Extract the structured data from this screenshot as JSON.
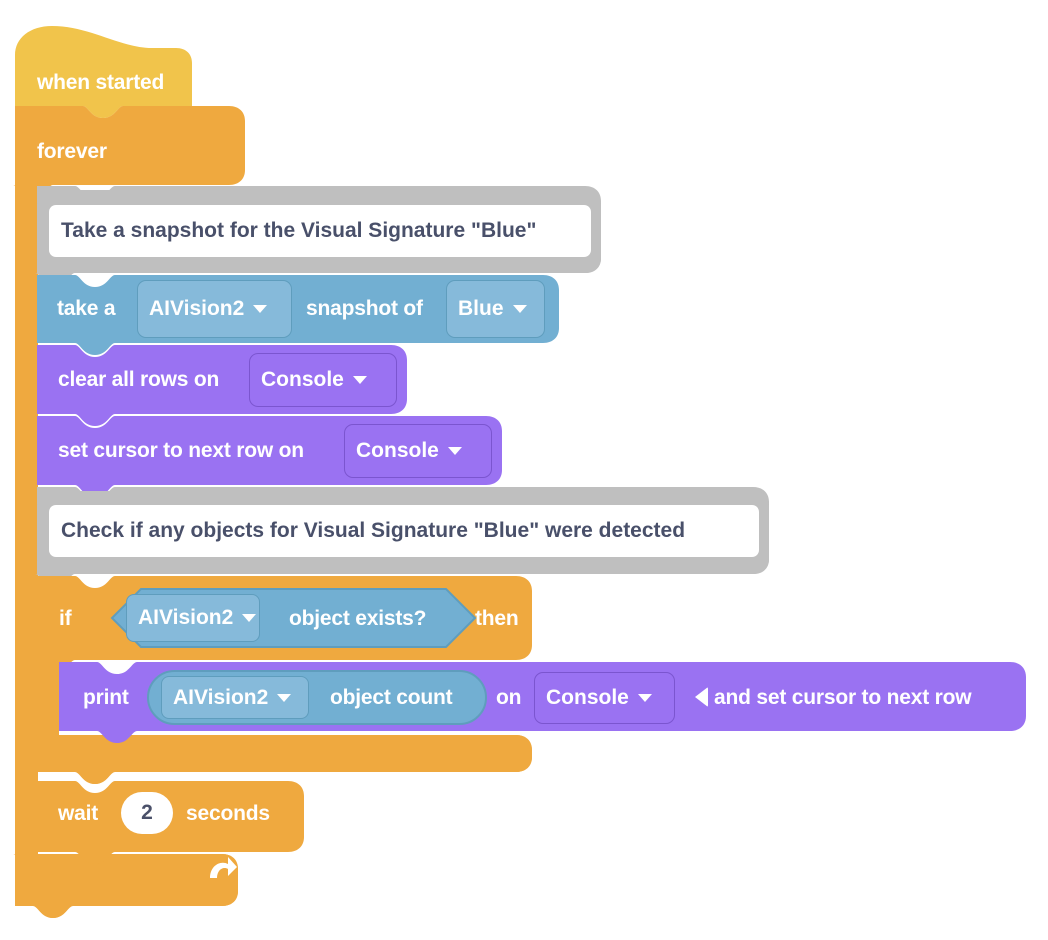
{
  "palette": {
    "event_yellow": "#f1c44b",
    "control_orange": "#efa93f",
    "control_orange_stroke": "#d99b3c",
    "comment_gray": "#bfbfbf",
    "comment_gray_stroke": "#b4b4b4",
    "sensing_blue": "#72afd2",
    "sensing_blue_stroke": "#5f9dbd",
    "sensing_blue_light": "#86bada",
    "looks_purple": "#9a72f2",
    "looks_purple_stroke": "#7b55cf",
    "text_white": "#ffffff",
    "text_dark": "#49506a"
  },
  "script": {
    "hat": {
      "label": "when started"
    },
    "forever": {
      "label": "forever"
    },
    "comment_1": {
      "text": "Take a snapshot for the Visual Signature \"Blue\""
    },
    "snapshot": {
      "prefix": "take a",
      "device": "AIVision2",
      "middle": "snapshot of",
      "signature": "Blue"
    },
    "clear_rows": {
      "prefix": "clear all rows on",
      "target": "Console"
    },
    "set_cursor": {
      "prefix": "set cursor to next row on",
      "target": "Console"
    },
    "comment_2": {
      "text": "Check if any objects for Visual Signature \"Blue\" were detected"
    },
    "if_block": {
      "prefix": "if",
      "condition_device": "AIVision2",
      "condition_text": "object exists?",
      "suffix": "then"
    },
    "print_block": {
      "prefix": "print",
      "reporter_device": "AIVision2",
      "reporter_text": "object count",
      "middle": "on",
      "target": "Console",
      "suffix": "and set cursor to next row"
    },
    "wait_block": {
      "prefix": "wait",
      "value": "2",
      "suffix": "seconds"
    },
    "loop_footer": {
      "icon": "loop-arrow-icon"
    }
  }
}
